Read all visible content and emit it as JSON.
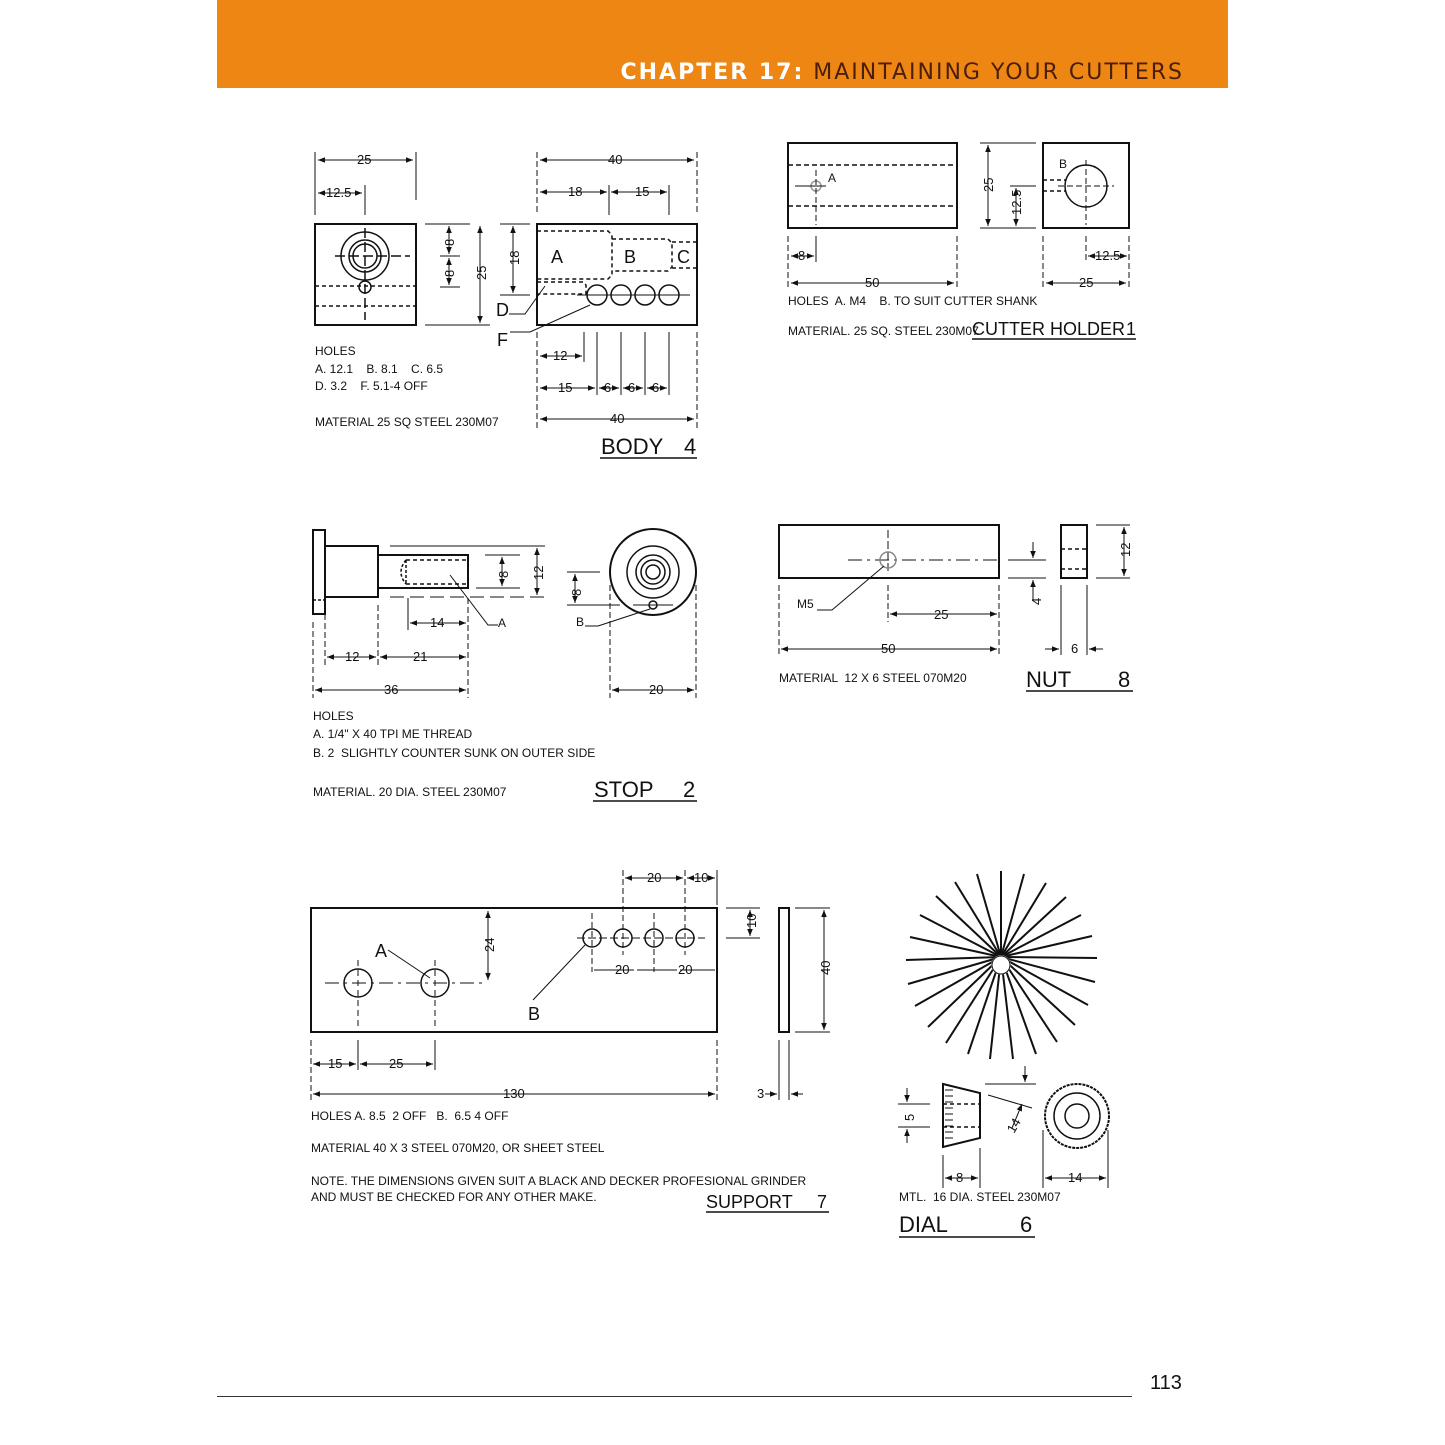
{
  "header": {
    "chapter_label": "CHAPTER 17:",
    "chapter_title": "MAINTAINING YOUR CUTTERS",
    "band_color": "#ee8613"
  },
  "parts": {
    "body": {
      "title": "BODY",
      "number": "4",
      "dims": {
        "w_total": "25",
        "w_half": "12.5",
        "top_40": "40",
        "d18": "18",
        "d15": "15",
        "h8a": "8",
        "h8b": "8",
        "h25": "25",
        "h18": "18",
        "b12": "12",
        "b15": "15",
        "b6a": "6",
        "b6b": "6",
        "b6c": "6",
        "b40": "40"
      },
      "hole_labels": {
        "a": "A",
        "b": "B",
        "c": "C",
        "d": "D",
        "f": "F"
      },
      "holes_heading": "HOLES",
      "holes_line1": "A. 12.1    B. 8.1    C. 6.5",
      "holes_line2": "D. 3.2    F. 5.1-4 OFF",
      "material": "MATERIAL 25 SQ STEEL 230M07"
    },
    "cutter_holder": {
      "title": "CUTTER HOLDER",
      "number": "1",
      "dims": {
        "h25": "25",
        "h12_5": "12.5",
        "w8": "8",
        "w50": "50",
        "w12_5": "12.5",
        "w25": "25"
      },
      "hole_labels": {
        "a": "A",
        "b": "B"
      },
      "holes": "HOLES  A. M4    B. TO SUIT CUTTER SHANK",
      "material": "MATERIAL. 25 SQ. STEEL 230M07"
    },
    "stop": {
      "title": "STOP",
      "number": "2",
      "dims": {
        "d8": "8",
        "d12": "12",
        "d14": "14",
        "d12b": "12",
        "d21": "21",
        "d36": "36",
        "d8r": "8",
        "d20": "20"
      },
      "hole_labels": {
        "a": "A",
        "b": "B"
      },
      "holes_heading": "HOLES",
      "holes_line1": "A. 1/4\" X 40 TPI ME THREAD",
      "holes_line2": "B. 2  SLIGHTLY COUNTER SUNK ON OUTER SIDE",
      "material": "MATERIAL. 20 DIA. STEEL 230M07"
    },
    "nut": {
      "title": "NUT",
      "number": "8",
      "dims": {
        "d25": "25",
        "d50": "50",
        "d4": "4",
        "d12": "12",
        "d6": "6"
      },
      "thread_label": "M5",
      "material": "MATERIAL  12 X 6 STEEL 070M20"
    },
    "support": {
      "title": "SUPPORT",
      "number": "7",
      "dims": {
        "t20": "20",
        "t10": "10",
        "r10": "10",
        "h24": "24",
        "m20a": "20",
        "m20b": "20",
        "b15": "15",
        "b25": "25",
        "b130": "130",
        "s40": "40",
        "s3": "3"
      },
      "hole_labels": {
        "a": "A",
        "b": "B"
      },
      "holes": "HOLES A. 8.5  2 OFF   B.  6.5 4 OFF",
      "material": "MATERIAL 40 X 3 STEEL 070M20, OR SHEET STEEL",
      "note_line1": "NOTE. THE DIMENSIONS GIVEN SUIT A BLACK AND DECKER PROFESIONAL GRINDER",
      "note_line2": "AND MUST BE CHECKED FOR ANY OTHER MAKE."
    },
    "dial": {
      "title": "DIAL",
      "number": "6",
      "dims": {
        "d5": "5",
        "d14a": "14",
        "d8": "8",
        "d14b": "14"
      },
      "material": "MTL.  16 DIA. STEEL 230M07"
    }
  },
  "footer": {
    "page_number": "113"
  }
}
